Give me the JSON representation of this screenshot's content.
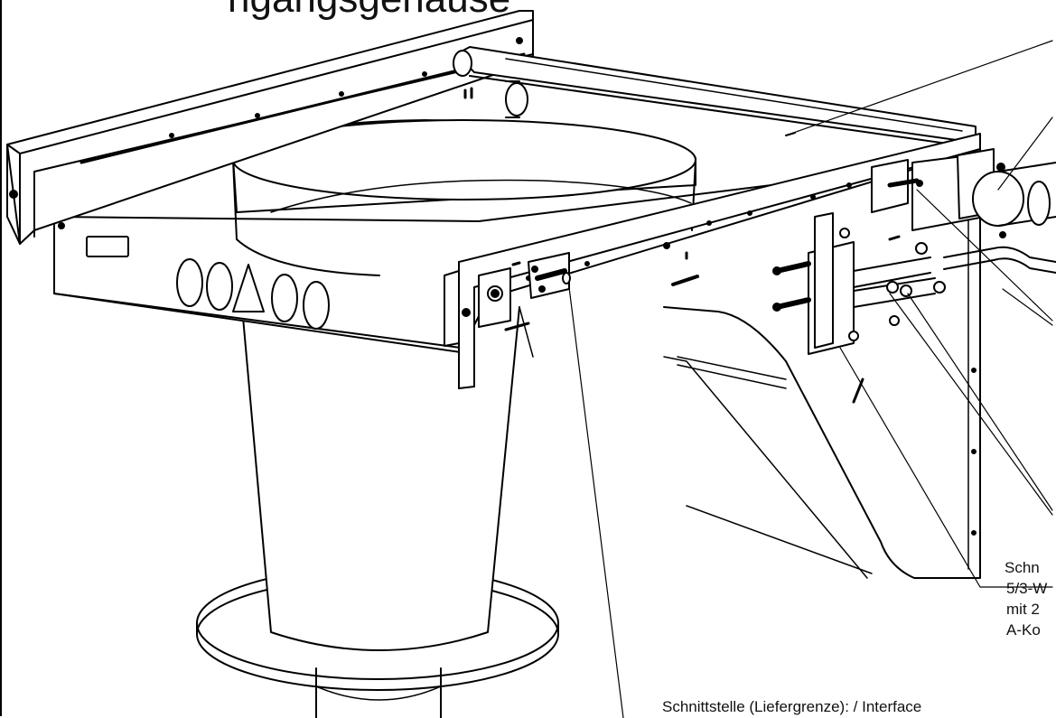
{
  "title_fragment": "ngangsgehäuse",
  "callouts": [
    {
      "id": "c1",
      "text": "Schn"
    },
    {
      "id": "c2",
      "text": "5/3-W"
    },
    {
      "id": "c3",
      "text": "mit 2"
    },
    {
      "id": "c4",
      "text": "A-Ko"
    }
  ],
  "interface_note": "Schnittstelle (Liefergrenze): / Interface"
}
